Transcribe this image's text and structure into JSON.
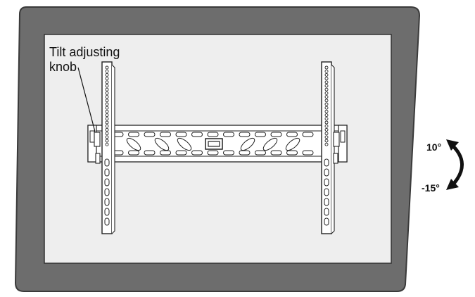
{
  "labels": {
    "callout_line1": "Tilt adjusting",
    "callout_line2": "knob",
    "tilt_up": "10°",
    "tilt_down": "-15°"
  },
  "colors": {
    "tv_frame": "#6d6d6d",
    "tv_frame_edge": "#3a3a3a",
    "screen": "#eeeeee",
    "bracket_fill": "#ffffff",
    "line": "#222222"
  },
  "hardware": {
    "vertical_arms": 2,
    "holes_per_arm": 22,
    "rail_slots_per_row": 13
  }
}
